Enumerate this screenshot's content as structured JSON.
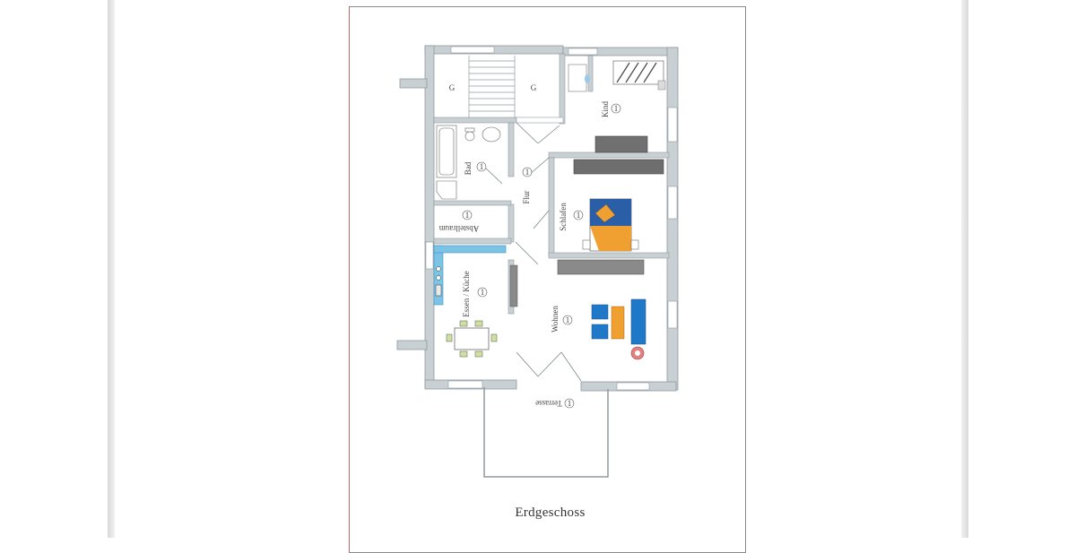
{
  "floor_title": "Erdgeschoss",
  "rooms": {
    "garage_left": "G",
    "garage_right": "G",
    "kind": "Kind",
    "bad": "Bad",
    "flur": "Flur",
    "abstellraum": "Abstellraum",
    "schlafen": "Schlafen",
    "essen_kueche": "Essen / Küche",
    "wohnen": "Wohnen",
    "terrasse": "Terrasse"
  },
  "room_marker": "1",
  "colors": {
    "wall": "#c9d0d3",
    "wall_edge": "#8f9a9e",
    "kitchen": "#7cc3e6",
    "sofa_blue": "#1f78c8",
    "bed_orange": "#f0a030",
    "bed_blue": "#2a5fa8",
    "cabinet": "#8a8a8a",
    "frame_accent": "#c06a6a"
  }
}
